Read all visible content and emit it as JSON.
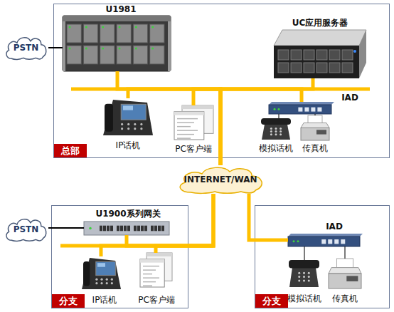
{
  "diagram": {
    "nodes": [
      {
        "text": [
          "总部"
        ]
      },
      {
        "text": [
          "U1981"
        ],
        "in": 0
      },
      {
        "text": [
          "UC应用服务器"
        ],
        "in": 0
      },
      {
        "text": [
          "IP话机"
        ],
        "in": 0
      },
      {
        "text": [
          "PC客户端"
        ],
        "in": 0
      },
      {
        "text": [
          "IAD"
        ],
        "in": 0
      },
      {
        "text": [
          "模拟话机"
        ],
        "in": 0
      },
      {
        "text": [
          "传真机"
        ],
        "in": 0
      },
      {
        "text": [
          "PSTN"
        ]
      },
      {
        "text": [
          "INTERNET/WAN"
        ]
      },
      {
        "text": [
          "PSTN"
        ]
      },
      {
        "text": [
          "分支"
        ]
      },
      {
        "text": [
          "U1900系列网关"
        ],
        "in": 11
      },
      {
        "text": [
          "IP话机"
        ],
        "in": 11
      },
      {
        "text": [
          "PC客户端"
        ],
        "in": 11
      },
      {
        "text": [
          "分支"
        ]
      },
      {
        "text": [
          "IAD"
        ],
        "in": 15
      },
      {
        "text": [
          "模拟话机"
        ],
        "in": 15
      },
      {
        "text": [
          "传真机"
        ],
        "in": 15
      }
    ],
    "edges": [
      {
        "from": 8,
        "to": 1,
        "arrow": "none"
      },
      {
        "from": 9,
        "to": 1,
        "arrow": "none"
      },
      {
        "from": 9,
        "to": 2,
        "arrow": "none"
      },
      {
        "from": 9,
        "to": 3,
        "arrow": "none"
      },
      {
        "from": 9,
        "to": 4,
        "arrow": "none"
      },
      {
        "from": 9,
        "to": 5,
        "arrow": "none"
      },
      {
        "from": 5,
        "to": 6,
        "arrow": "none"
      },
      {
        "from": 5,
        "to": 7,
        "arrow": "none"
      },
      {
        "from": 10,
        "to": 12,
        "arrow": "none"
      },
      {
        "from": 9,
        "to": 12,
        "arrow": "none"
      },
      {
        "from": 9,
        "to": 13,
        "arrow": "none"
      },
      {
        "from": 9,
        "to": 14,
        "arrow": "none"
      },
      {
        "from": 9,
        "to": 16,
        "arrow": "none"
      },
      {
        "from": 16,
        "to": 17,
        "arrow": "none"
      },
      {
        "from": 16,
        "to": 18,
        "arrow": "none"
      }
    ]
  }
}
